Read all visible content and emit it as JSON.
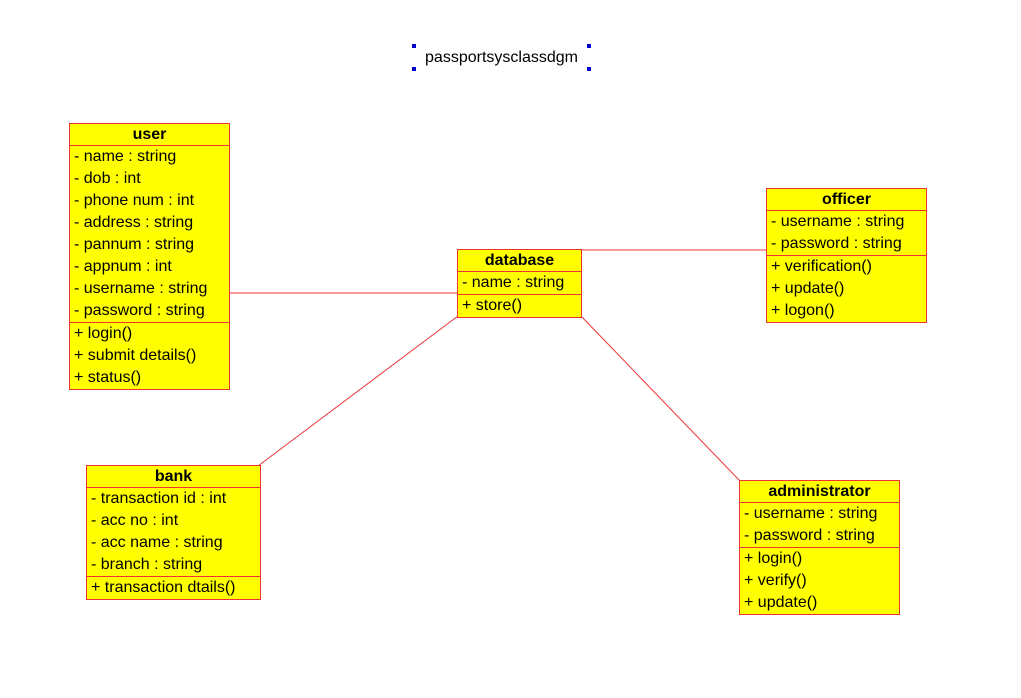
{
  "diagram": {
    "title": "passportsysclassdgm",
    "colors": {
      "class_fill": "#ffff00",
      "class_border": "#ee3333",
      "connector": "#ee3333",
      "handle": "#0000cc"
    },
    "classes": {
      "user": {
        "name": "user",
        "attributes": [
          "- name : string",
          "- dob : int",
          "- phone num : int",
          "- address : string",
          "- pannum : string",
          "- appnum : int",
          "- username : string",
          "- password : string"
        ],
        "operations": [
          "+ login()",
          "+ submit details()",
          "+ status()"
        ]
      },
      "database": {
        "name": "database",
        "attributes": [
          "- name : string"
        ],
        "operations": [
          "+ store()"
        ]
      },
      "officer": {
        "name": "officer",
        "attributes": [
          "- username : string",
          "- password : string"
        ],
        "operations": [
          "+ verification()",
          "+ update()",
          "+ logon()"
        ]
      },
      "bank": {
        "name": "bank",
        "attributes": [
          "- transaction id : int",
          "- acc no : int",
          "- acc name : string",
          "- branch : string"
        ],
        "operations": [
          "+ transaction dtails()"
        ]
      },
      "administrator": {
        "name": "administrator",
        "attributes": [
          "- username : string",
          "- password : string"
        ],
        "operations": [
          "+ login()",
          "+ verify()",
          "+ update()"
        ]
      }
    },
    "associations": [
      {
        "from": "user",
        "to": "database"
      },
      {
        "from": "database",
        "to": "officer"
      },
      {
        "from": "database",
        "to": "bank"
      },
      {
        "from": "database",
        "to": "administrator"
      }
    ]
  }
}
